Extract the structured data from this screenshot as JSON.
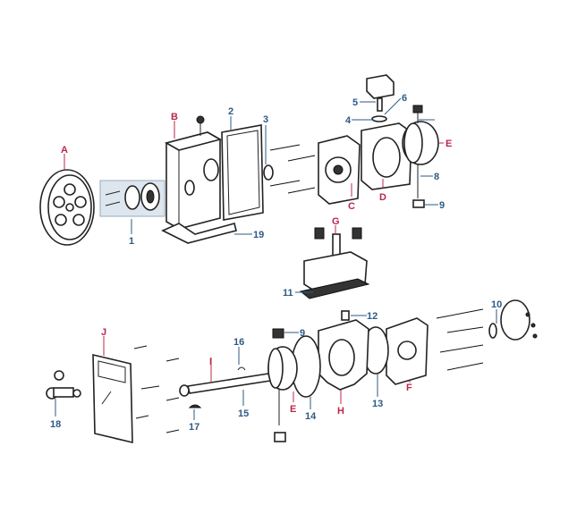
{
  "diagram": {
    "colors": {
      "letter_label": "#b8284a",
      "number_label": "#2d5a86",
      "line_art": "#222222"
    },
    "labels": {
      "A": "A",
      "B": "B",
      "C": "C",
      "D": "D",
      "E_top": "E",
      "E_bottom": "E",
      "F": "F",
      "G": "G",
      "H": "H",
      "I": "I",
      "J": "J",
      "n1": "1",
      "n2": "2",
      "n3": "3",
      "n4": "4",
      "n5": "5",
      "n6": "6",
      "n8": "8",
      "n9_top": "9",
      "n9_bottom": "9",
      "n10": "10",
      "n11": "11",
      "n12": "12",
      "n13": "13",
      "n14": "14",
      "n15": "15",
      "n16": "16",
      "n17": "17",
      "n18": "18",
      "n19": "19"
    }
  }
}
